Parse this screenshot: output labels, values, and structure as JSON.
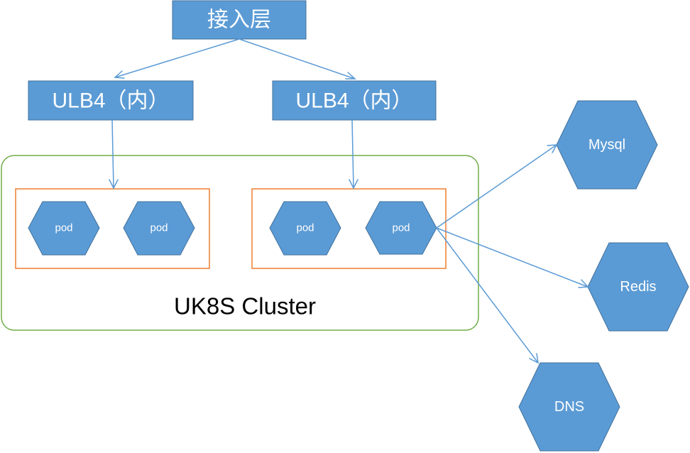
{
  "colors": {
    "node_fill": "#5b9bd5",
    "node_stroke": "#41719c",
    "cluster_border": "#70ad47",
    "group_border": "#ed7d31",
    "arrow": "#5b9bd5",
    "node_text": "#ffffff",
    "cluster_text": "#000000"
  },
  "access_layer": {
    "label": "接入层"
  },
  "load_balancers": [
    {
      "label": "ULB4（内）"
    },
    {
      "label": "ULB4（内）"
    }
  ],
  "cluster": {
    "label": "UK8S Cluster"
  },
  "pod_groups": [
    {
      "pods": [
        {
          "label": "pod"
        },
        {
          "label": "pod"
        }
      ]
    },
    {
      "pods": [
        {
          "label": "pod"
        },
        {
          "label": "pod"
        }
      ]
    }
  ],
  "services": [
    {
      "label": "Mysql"
    },
    {
      "label": "Redis"
    },
    {
      "label": "DNS"
    }
  ]
}
